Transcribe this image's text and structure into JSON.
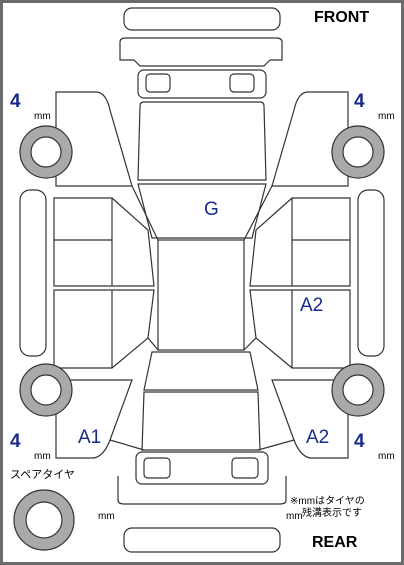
{
  "labels": {
    "front": "FRONT",
    "rear": "REAR",
    "spare_tire": "スペアタイヤ",
    "note_line1": "※mmはタイヤの",
    "note_line2": "残溝表示です",
    "unit": "mm"
  },
  "tires": {
    "front_left": "4",
    "front_right": "4",
    "rear_left": "4",
    "rear_right": "4"
  },
  "damage_codes": {
    "roof": "G",
    "right_rear_door": "A2",
    "left_rear_fender": "A1",
    "right_rear_fender": "A2"
  },
  "colors": {
    "line": "#333333",
    "tire": "#a9a9a9",
    "code": "#1a2a8a",
    "frame": "#6b6b6b"
  }
}
